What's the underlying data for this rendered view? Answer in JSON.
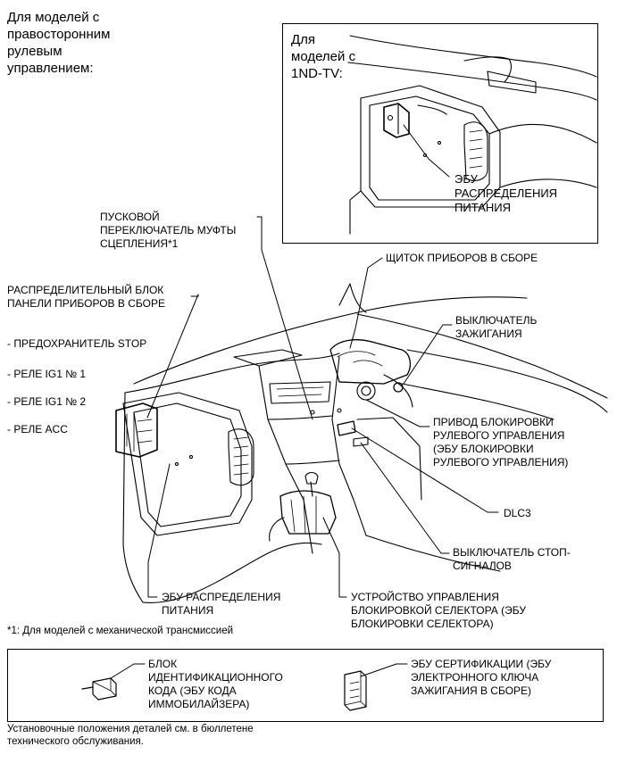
{
  "rhd_note": "Для моделей с\nправосторонним\nрулевым\nуправлением:",
  "inset": {
    "note": "Для\nмоделей с\n1ND-TV:",
    "ecu_label": "ЭБУ\nРАСПРЕДЕЛЕНИЯ\nПИТАНИЯ"
  },
  "labels": {
    "clutch_switch": "ПУСКОВОЙ\nПЕРЕКЛЮЧАТЕЛЬ МУФТЫ\nСЦЕПЛЕНИЯ*1",
    "junction_block": "РАСПРЕДЕЛИТЕЛЬНЫЙ БЛОК\nПАНЕЛИ ПРИБОРОВ В СБОРЕ",
    "fuse_stop": "- ПРЕДОХРАНИТЕЛЬ STOP",
    "relay_ig1_1": "- РЕЛЕ IG1 № 1",
    "relay_ig1_2": "- РЕЛЕ IG1 № 2",
    "relay_acc": "- РЕЛЕ ACC",
    "combination_meter": "ЩИТОК ПРИБОРОВ В СБОРЕ",
    "ignition_switch": "ВЫКЛЮЧАТЕЛЬ\nЗАЖИГАНИЯ",
    "steering_lock": "ПРИВОД БЛОКИРОВКИ\nРУЛЕВОГО УПРАВЛЕНИЯ\n(ЭБУ БЛОКИРОВКИ\nРУЛЕВОГО УПРАВЛЕНИЯ)",
    "dlc3": "DLC3",
    "stop_lamp_switch": "ВЫКЛЮЧАТЕЛЬ СТОП-\nСИГНАЛОВ",
    "power_dist_ecu": "ЭБУ РАСПРЕДЕЛЕНИЯ\nПИТАНИЯ",
    "shift_lock": "УСТРОЙСТВО УПРАВЛЕНИЯ\nБЛОКИРОВКОЙ СЕЛЕКТОРА (ЭБУ\nБЛОКИРОВКИ СЕЛЕКТОРА)"
  },
  "footnote": "*1: Для моделей с механической трансмиссией",
  "legend": {
    "immobiliser": "БЛОК\nИДЕНТИФИКАЦИОННОГО\nКОДА (ЭБУ КОДА\nИММОБИЛАЙЗЕРА)",
    "certification": "ЭБУ СЕРТИФИКАЦИИ (ЭБУ\nЭЛЕКТРОННОГО КЛЮЧА\nЗАЖИГАНИЯ В СБОРЕ)"
  },
  "bottom_note": "Установочные положения деталей см. в бюллетене\nтехнического обслуживания."
}
